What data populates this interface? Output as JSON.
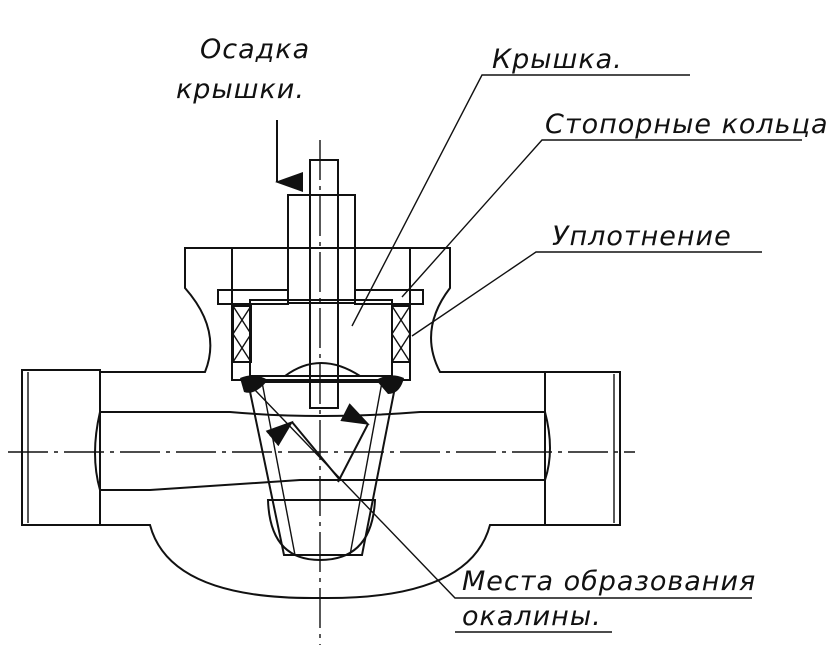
{
  "labels": {
    "upsetting_line1": "Осадка",
    "upsetting_line2": "крышки.",
    "cover": "Крышка.",
    "retaining_rings": "Стопорные кольца",
    "seal": "Уплотнение",
    "scale_line1": "Места образования",
    "scale_line2": "окалины."
  },
  "colors": {
    "ink": "#111111",
    "paper": "#ffffff"
  }
}
